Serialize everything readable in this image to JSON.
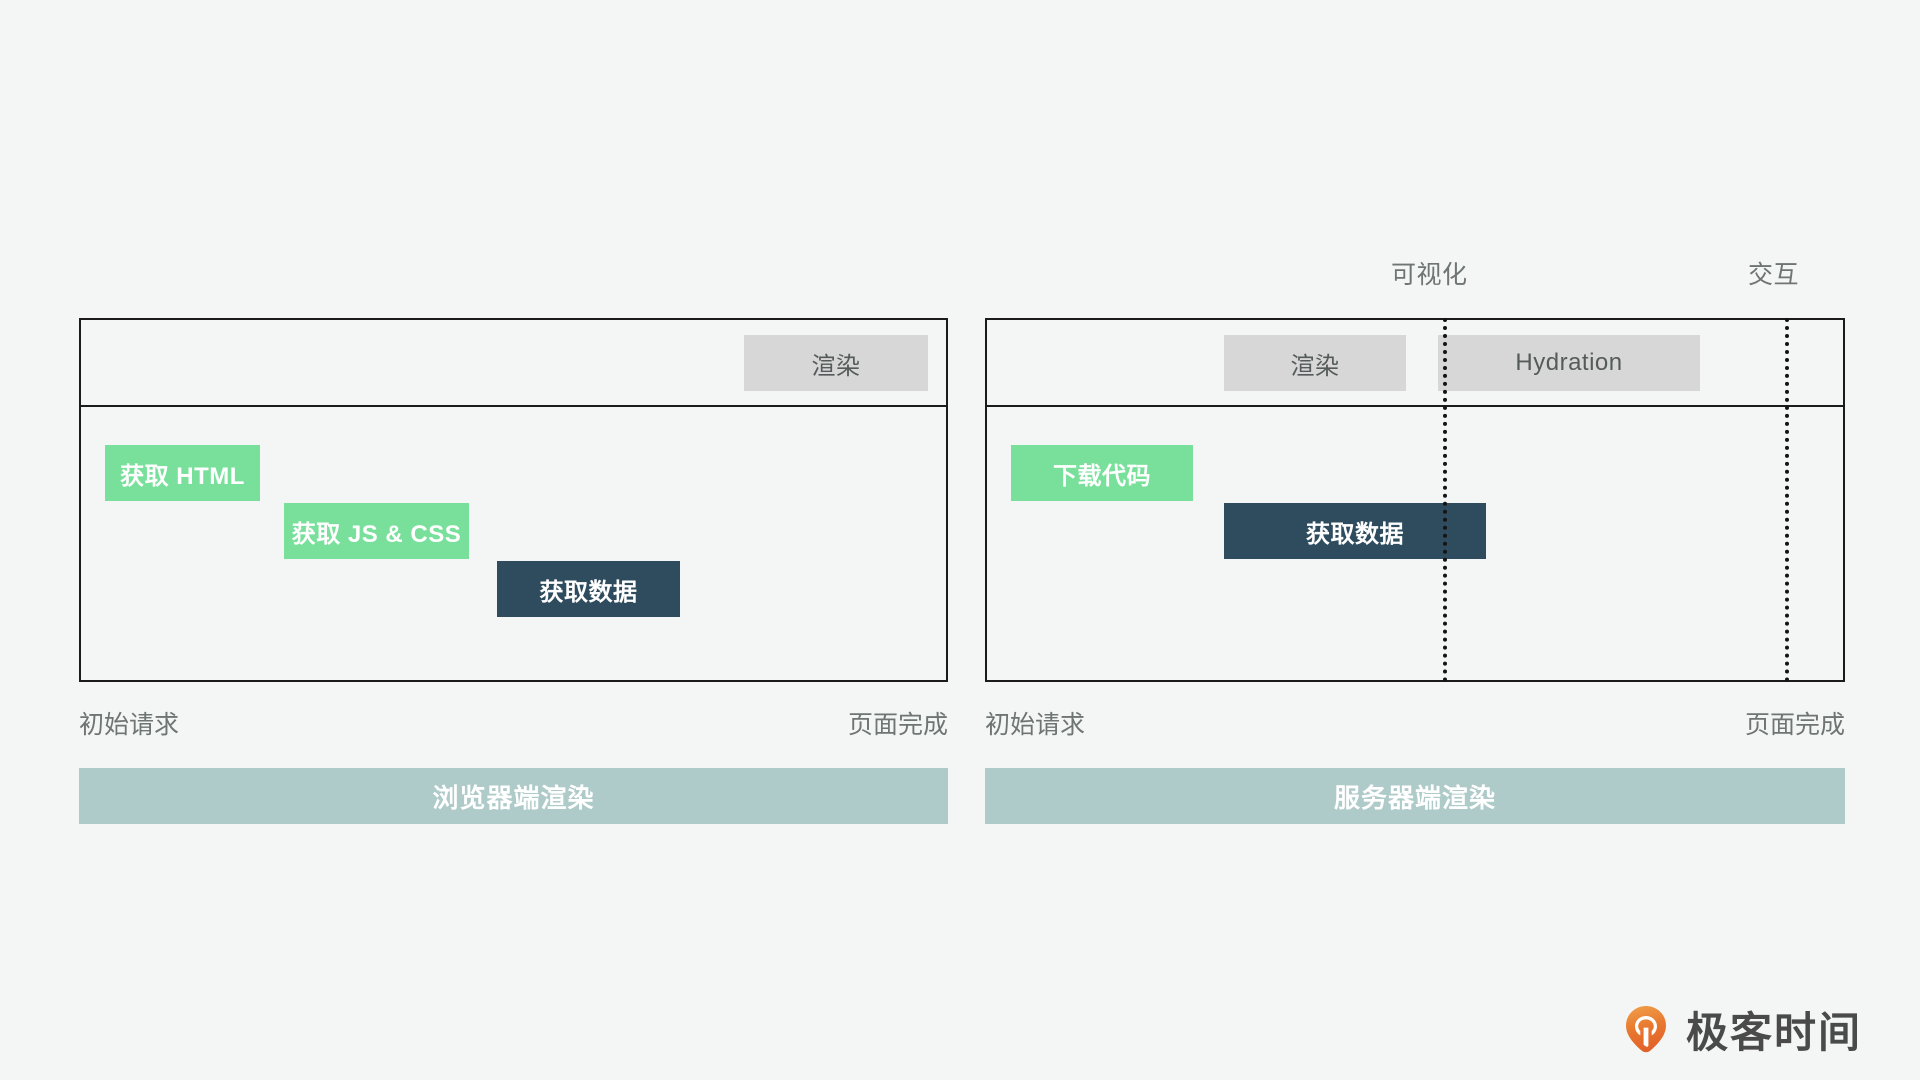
{
  "background": "#f4f6f5",
  "palette": {
    "green_bar": "#78e09b",
    "navy_bar": "#2e4c5e",
    "grey_chip": "#d7d7d7",
    "footer_band": "#aecbc9",
    "panel_border": "#1b1b1b",
    "logo_orange": "#e8772e",
    "muted_text": "#6e7573"
  },
  "csr": {
    "id": "browser-side-rendering",
    "markers": [],
    "render_chip": {
      "label": "渲染"
    },
    "bars": [
      {
        "label": "获取 HTML",
        "color": "green"
      },
      {
        "label": "获取 JS & CSS",
        "color": "green"
      },
      {
        "label": "获取数据",
        "color": "navy"
      }
    ],
    "start_caption": "初始请求",
    "end_caption": "页面完成",
    "band_label": "浏览器端渲染"
  },
  "ssr": {
    "id": "server-side-rendering",
    "markers": [
      {
        "label": "可视化"
      },
      {
        "label": "交互"
      }
    ],
    "chips": [
      {
        "label": "渲染"
      },
      {
        "label": "Hydration"
      }
    ],
    "bars": [
      {
        "label": "下载代码",
        "color": "green"
      },
      {
        "label": "获取数据",
        "color": "navy"
      }
    ],
    "start_caption": "初始请求",
    "end_caption": "页面完成",
    "band_label": "服务器端渲染"
  },
  "brand": {
    "name": "极客时间",
    "mark": "geektime-logo-icon"
  }
}
